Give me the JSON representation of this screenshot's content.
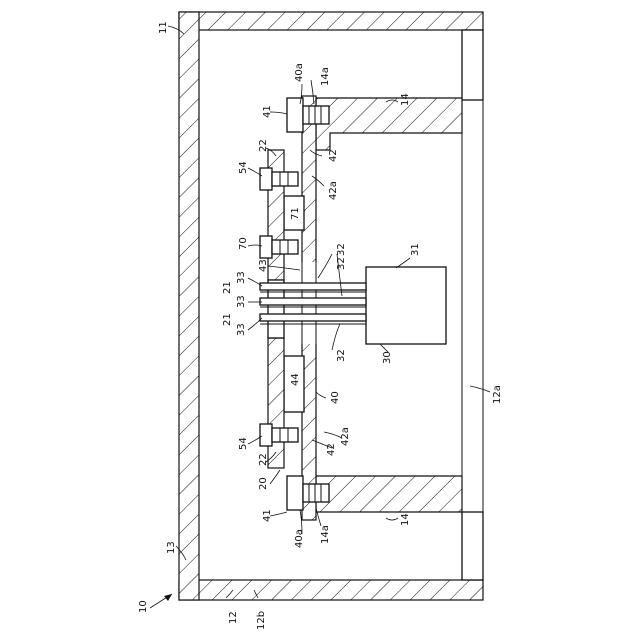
{
  "labels": {
    "l10": "10",
    "l11": "11",
    "l12": "12",
    "l12a": "12a",
    "l12b": "12b",
    "l13": "13",
    "l14_top": "14",
    "l14_bot": "14",
    "l14a_top": "14a",
    "l14a_bot": "14a",
    "l40a_top": "40a",
    "l40a_bot": "40a",
    "l41_top": "41",
    "l41_bot": "41",
    "l42_top": "42",
    "l42_bot": "42",
    "l42a_top": "42a",
    "l42a_bot": "42a",
    "l22_top": "22",
    "l22_bot": "22",
    "l54_top": "54",
    "l54_bot": "54",
    "l71": "71",
    "l70": "70",
    "l43": "43",
    "l32_a": "32",
    "l32_b": "32",
    "l32_c": "32",
    "l31": "31",
    "l30": "30",
    "l33_a": "33",
    "l33_b": "33",
    "l33_c": "33",
    "l21_a": "21",
    "l21_b": "21",
    "l44": "44",
    "l40": "40",
    "l20": "20"
  }
}
